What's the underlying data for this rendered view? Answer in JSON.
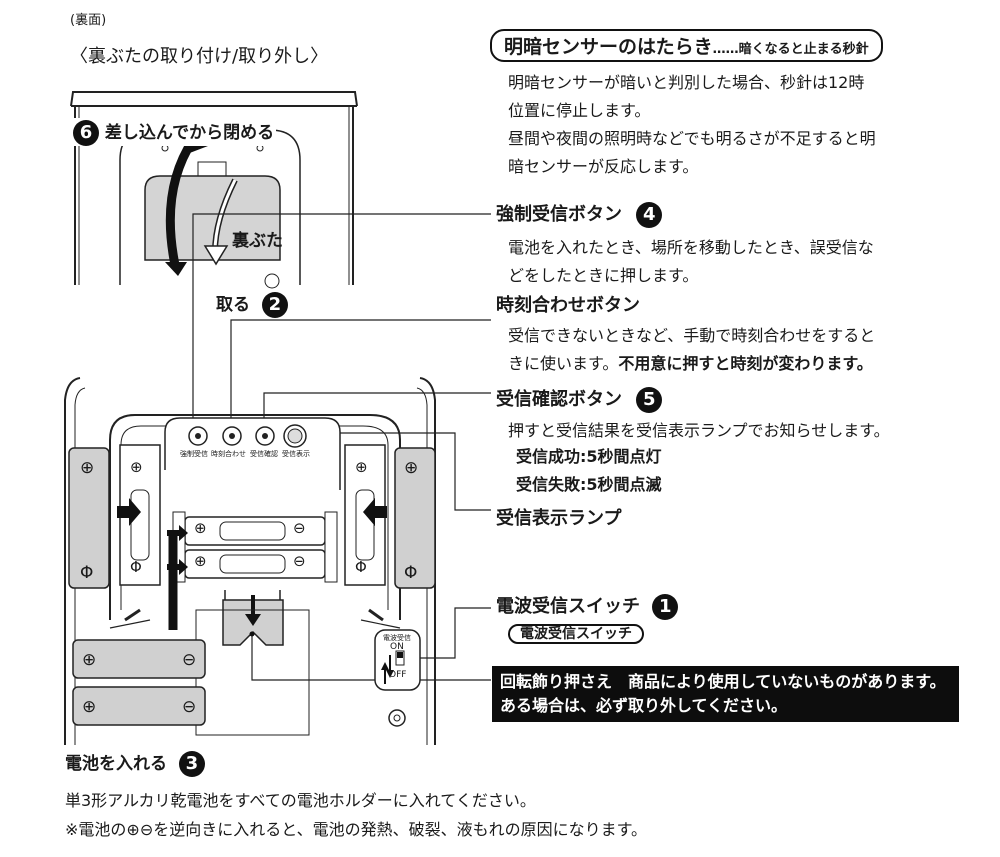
{
  "back_side_label": "(裏面)",
  "cover_heading": "〈裏ぶたの取り付け/取り外し〉",
  "cover": {
    "step6_num": "6",
    "step6_text": "差し込んでから閉める",
    "cover_label": "裏ぶた",
    "remove_label": "取る",
    "step2_num": "2"
  },
  "sensor": {
    "title": "明暗センサーのはたらき",
    "subtitle": "……暗くなると止まる秒針",
    "desc_line1": "明暗センサーが暗いと判別した場合、秒針は12時",
    "desc_line2": "位置に停止します。",
    "desc_line3": "昼間や夜間の照明時などでも明るさが不足すると明",
    "desc_line4": "暗センサーが反応します。"
  },
  "force_receive": {
    "title": "強制受信ボタン",
    "num": "4",
    "desc_line1": "電池を入れたとき、場所を移動したとき、誤受信な",
    "desc_line2": "どをしたときに押します。"
  },
  "time_set": {
    "title": "時刻合わせボタン",
    "desc_line1": "受信できないときなど、手動で時刻合わせをすると",
    "desc_line2_normal": "きに使います。",
    "desc_line2_bold": "不用意に押すと時刻が変わります。"
  },
  "receive_check": {
    "title": "受信確認ボタン",
    "num": "5",
    "desc": "押すと受信結果を受信表示ランプでお知らせします。",
    "success": "受信成功:5秒間点灯",
    "failure": "受信失敗:5秒間点滅"
  },
  "receive_lamp": {
    "title": "受信表示ランプ"
  },
  "radio_switch": {
    "title": "電波受信スイッチ",
    "num": "1",
    "pill": "電波受信スイッチ",
    "tag": "電波受信",
    "on": "ON",
    "off": "OFF"
  },
  "notice": {
    "line1": "回転飾り押さえ　商品により使用していないものがあります。",
    "line2": "ある場合は、必ず取り外してください。"
  },
  "panel_buttons": [
    "強制受信",
    "時刻合わせ",
    "受信確認",
    "受信表示"
  ],
  "battery": {
    "title": "電池を入れる",
    "num": "3",
    "desc": "単3形アルカリ乾電池をすべての電池ホルダーに入れてください。",
    "warning": "※電池の⊕⊖を逆向きに入れると、電池の発熱、破裂、液もれの原因になります。",
    "plus": "⊕",
    "minus": "⊖",
    "plus_small": "⊕",
    "minus_small": "Φ"
  }
}
